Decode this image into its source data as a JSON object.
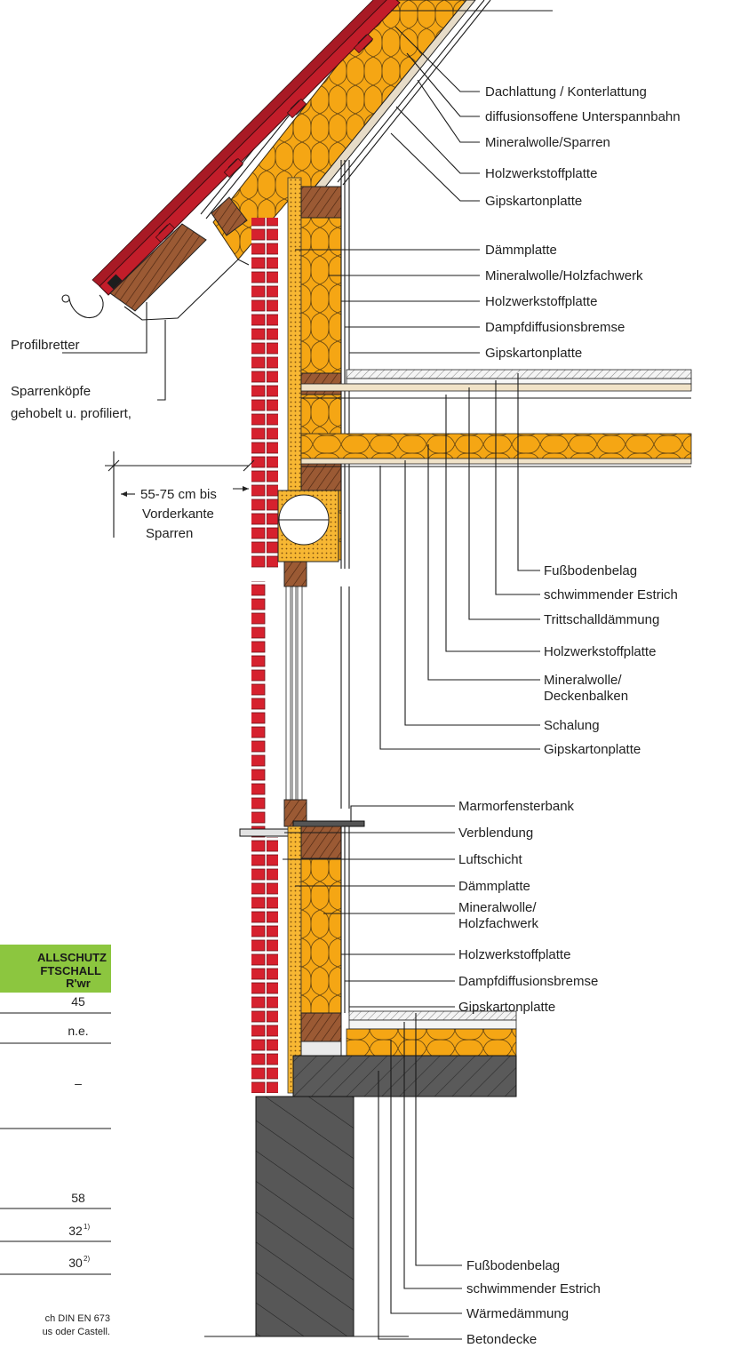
{
  "diagram": {
    "right_labels_upper": [
      "Dachlattung / Konterlattung",
      "diffusionsoffene Unterspannbahn",
      "Mineralwolle/Sparren",
      "Holzwerkstoffplatte",
      "Gipskartonplatte",
      "Dämmplatte",
      "Mineralwolle/Holzfachwerk",
      "Holzwerkstoffplatte",
      "Dampfdiffusionsbremse",
      "Gipskartonplatte"
    ],
    "floor_labels": [
      "Fußbodenbelag",
      "schwimmender Estrich",
      "Trittschalldämmung",
      "Holzwerkstoffplatte",
      "Mineralwolle/",
      "Deckenbalken",
      "Schalung",
      "Gipskartonplatte"
    ],
    "lower_labels": [
      "Marmorfensterbank",
      "Verblendung",
      "Luftschicht",
      "Dämmplatte",
      "Mineralwolle/",
      "Holzfachwerk",
      "Holzwerkstoffplatte",
      "Dampfdiffusionsbremse",
      "Gipskartonplatte"
    ],
    "bottom_labels": [
      "Fußbodenbelag",
      "schwimmender Estrich",
      "Wärmedämmung",
      "Betondecke"
    ],
    "left_labels": [
      "Profilbretter",
      "Sparrenköpfe",
      "gehobelt u. profiliert,"
    ],
    "dimension_label": [
      "55-75 cm bis",
      "Vorderkante",
      "Sparren"
    ]
  },
  "table": {
    "header": [
      "ALLSCHUTZ",
      "FTSCHALL",
      "R'wr"
    ],
    "values": [
      "45",
      "n.e.",
      "–",
      "58",
      "32",
      "30"
    ],
    "value_sup": [
      "",
      "",
      "",
      "",
      "1)",
      "2)"
    ],
    "footnote_lines": [
      "ch DIN EN 673",
      "us oder Castell."
    ]
  },
  "colors": {
    "brick": "#d6212e",
    "insulation": "#f5a614",
    "wood": "#9b5a34",
    "table_header": "#8cc63f",
    "concrete": "#4a4a4a",
    "tile": "#c21d2a"
  }
}
